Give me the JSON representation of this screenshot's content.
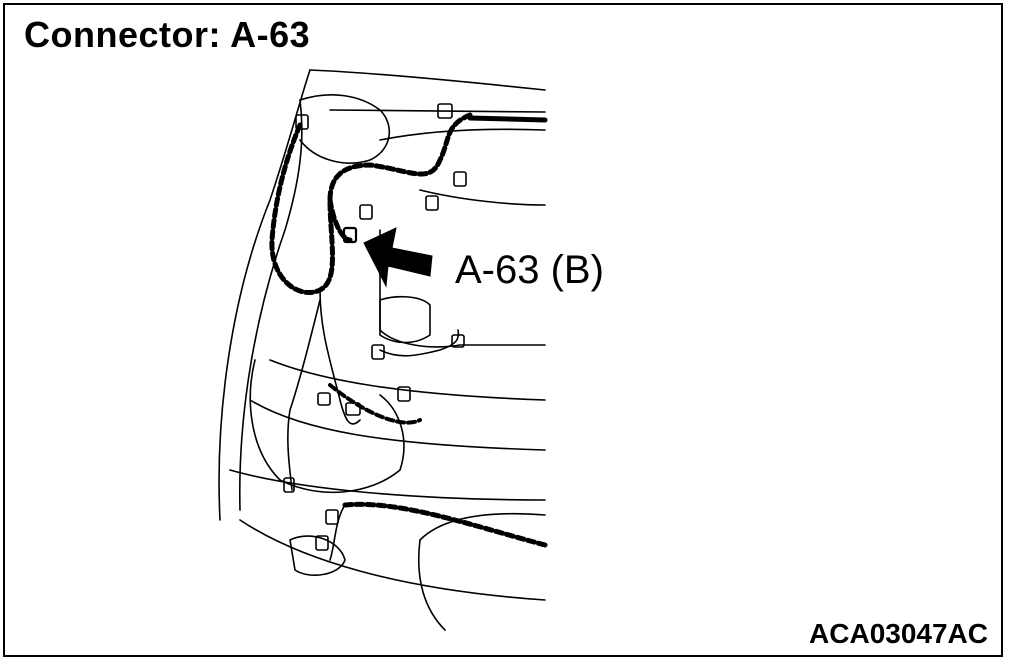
{
  "title": "Connector: A-63",
  "callout_label": "A-63 (B)",
  "figure_code": "ACA03047AC",
  "colors": {
    "line": "#000000",
    "background": "#ffffff"
  }
}
